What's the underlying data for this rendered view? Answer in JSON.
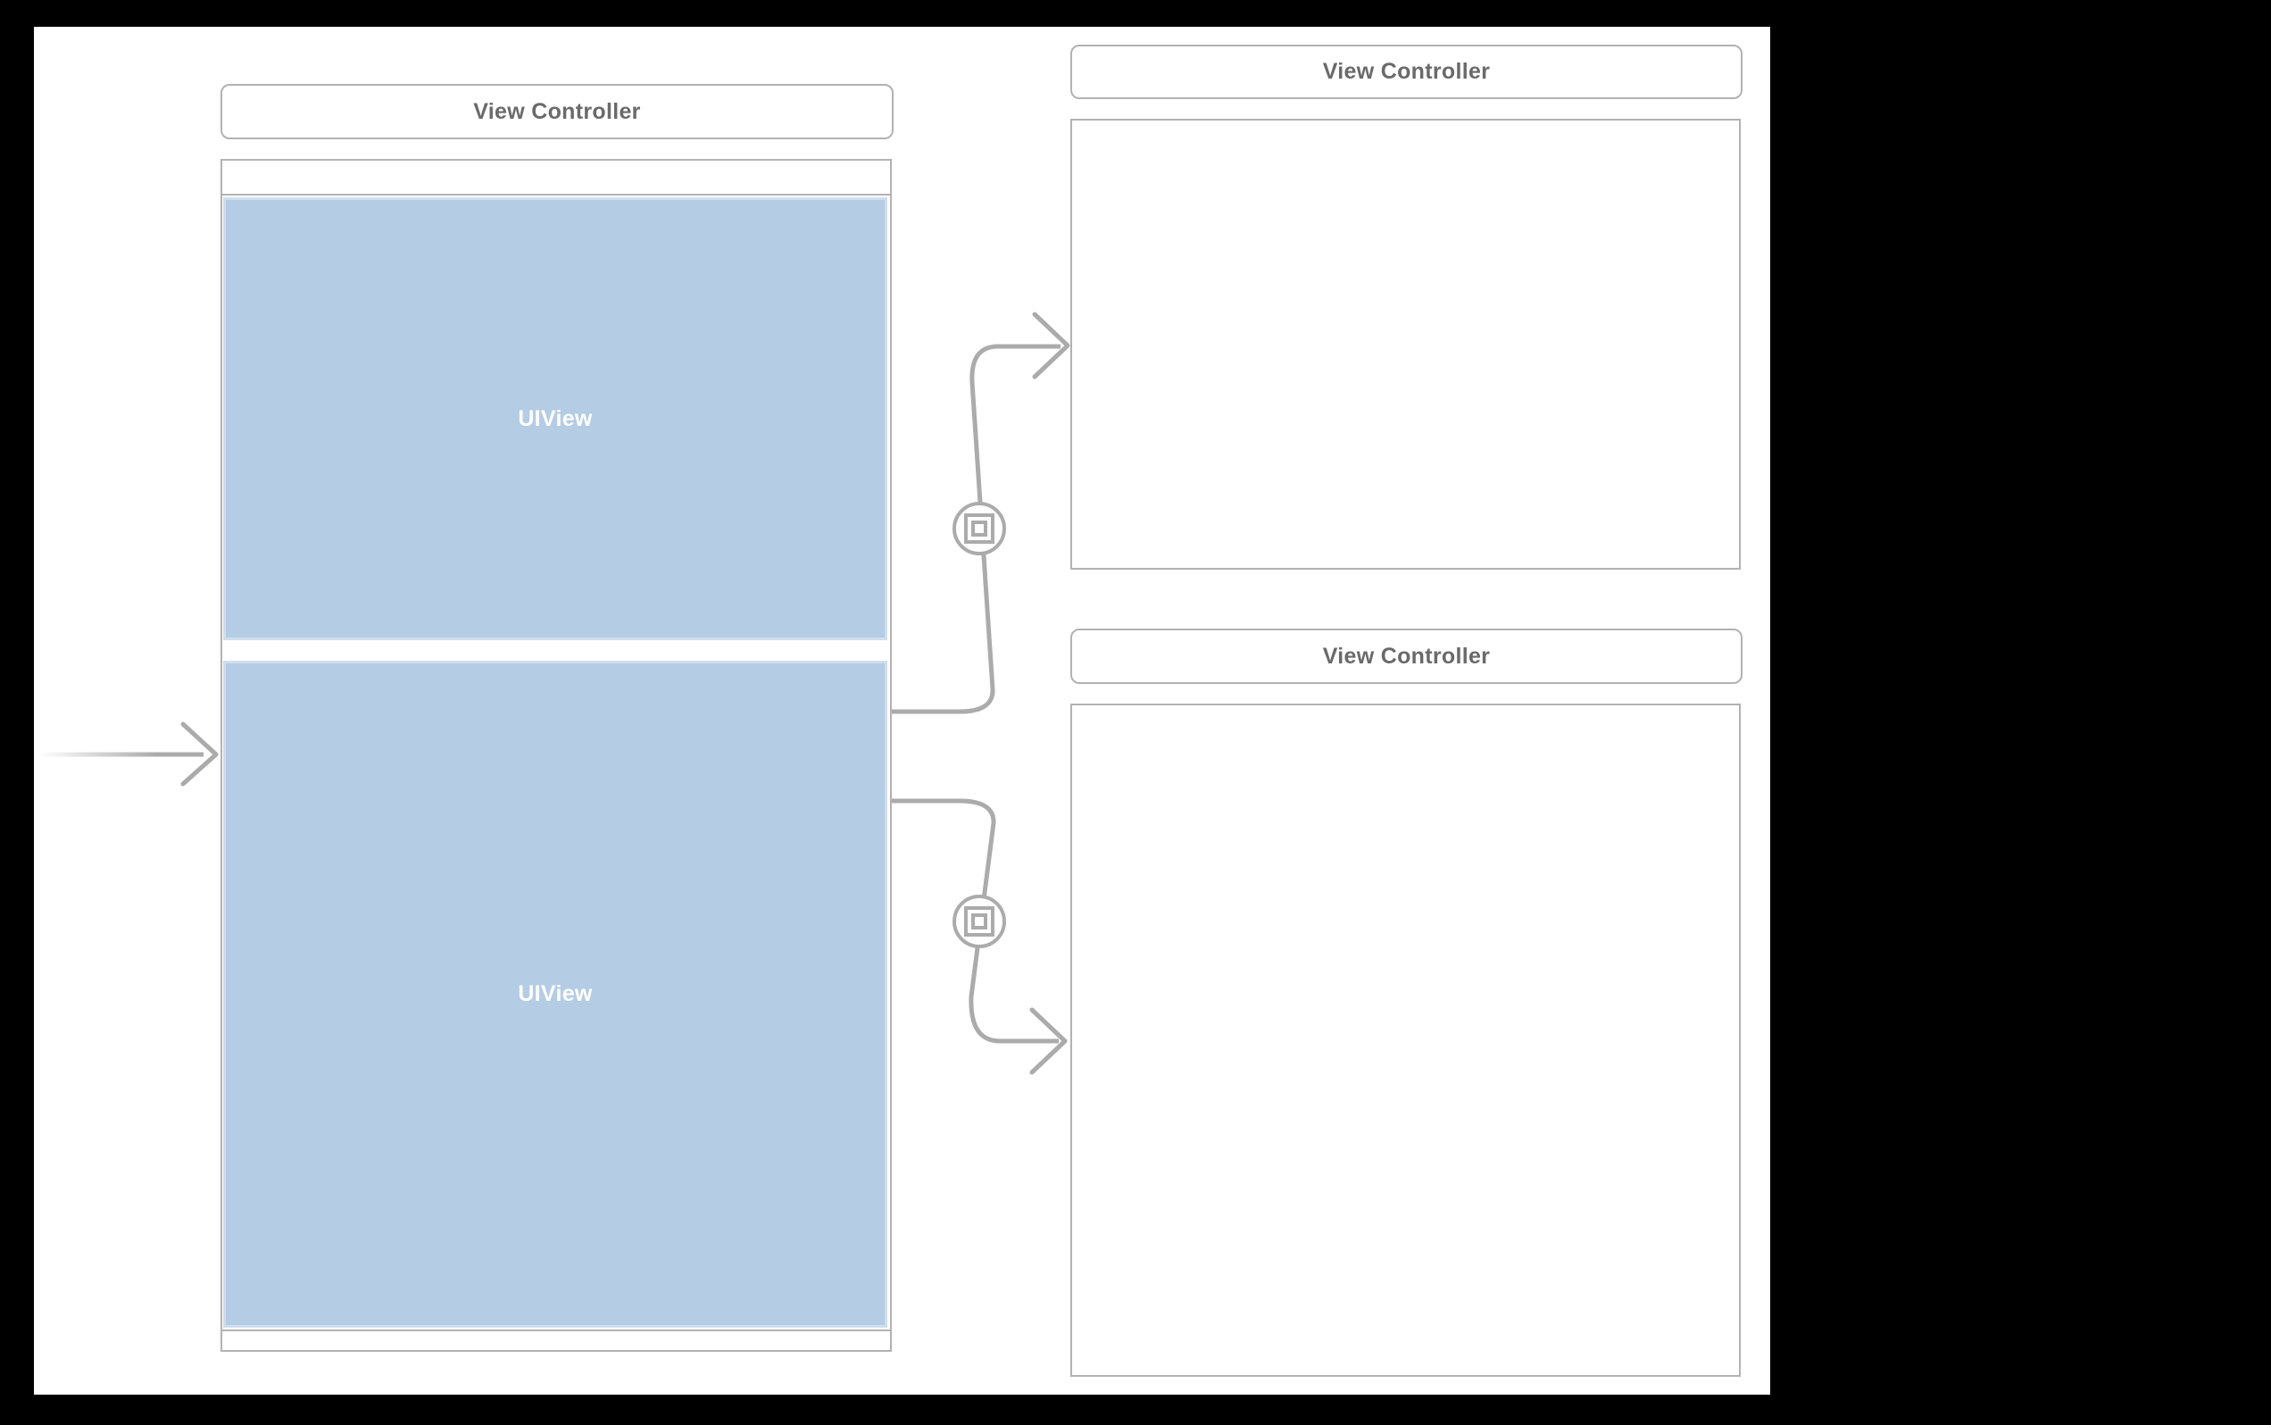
{
  "editor": {
    "kind": "storyboard-canvas"
  },
  "colors": {
    "letterbox": "#000000",
    "canvas": "#ffffff",
    "connection_gray": "#ababab",
    "frame_border_gray": "#b2b2b2",
    "title_text_gray": "#6a6a6a",
    "uiview_fill_blue": "#b4cce4",
    "uiview_border_blue": "#cfdeee",
    "uiview_label_white": "#ffffff"
  },
  "scenes": [
    {
      "title": "View Controller",
      "views": [
        {
          "label": "UIView"
        },
        {
          "label": "UIView"
        }
      ]
    },
    {
      "title": "View Controller",
      "views": []
    },
    {
      "title": "View Controller",
      "views": []
    }
  ],
  "connections": {
    "initial_arrow_icon": "initial-view-controller-arrow",
    "segue_icon": "nested-squares-segue-icon",
    "segue_count": 2
  }
}
